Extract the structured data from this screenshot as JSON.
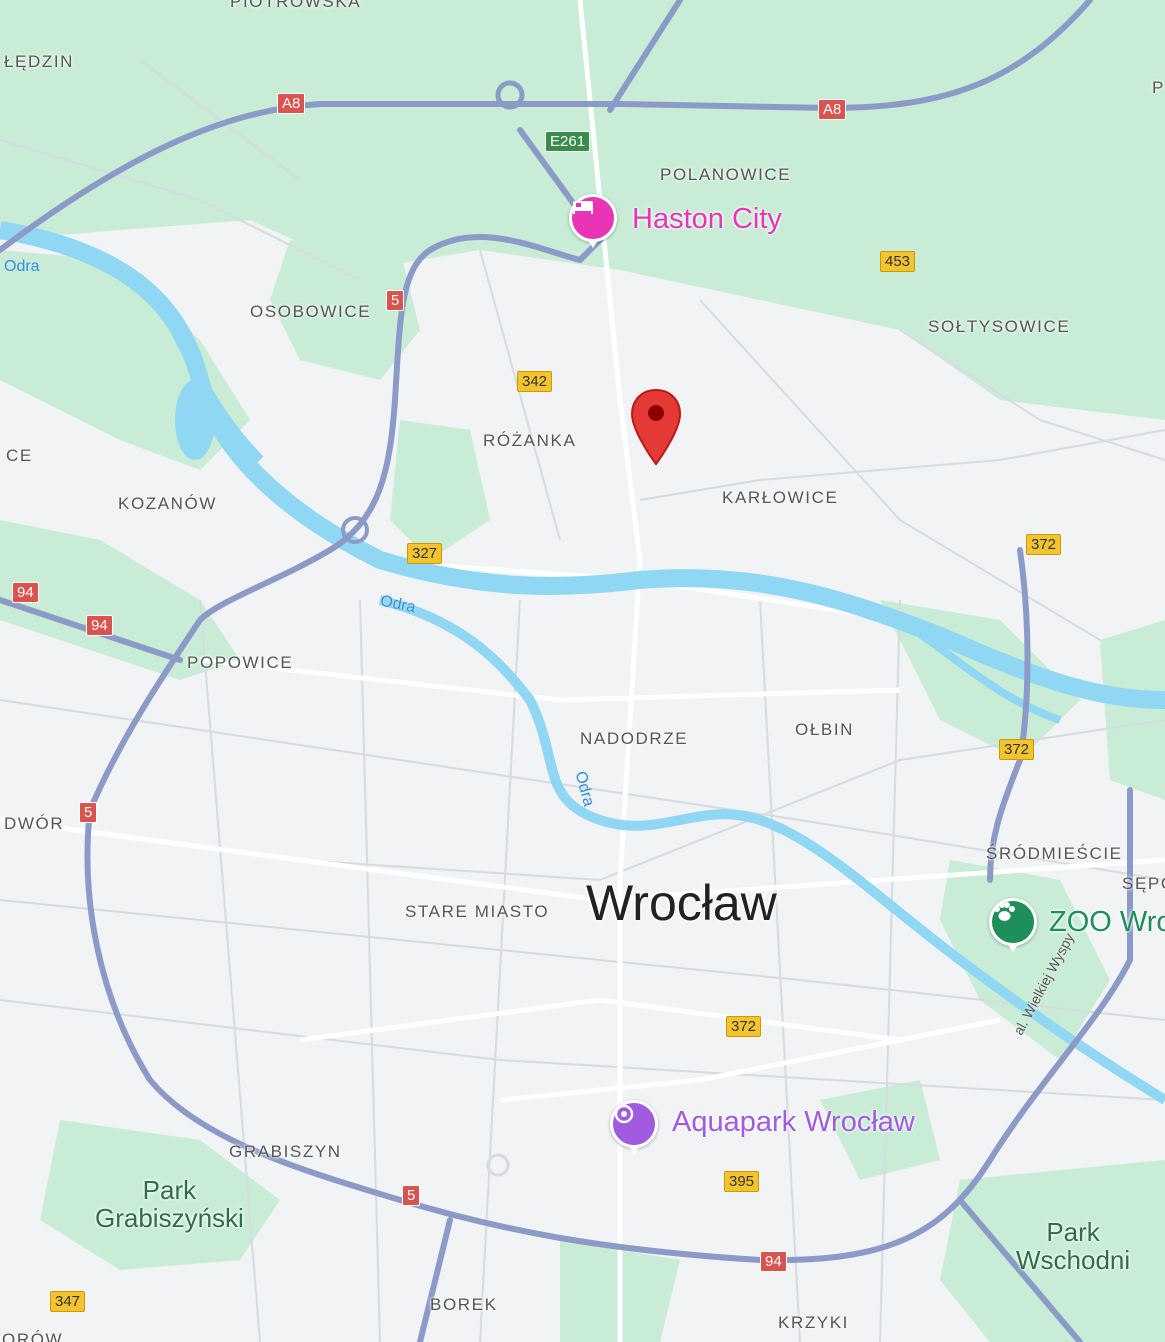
{
  "map": {
    "colors": {
      "land": "#f1f3f4",
      "green": "#c8ecd6",
      "water": "#8fd7f2",
      "motorway": "#8c9ac7",
      "road": "#ffffff",
      "minor_road": "#d6dbe1",
      "marker": "#e53935"
    },
    "city_label": "Wrocław",
    "districts": [
      {
        "id": "piotrowska",
        "label": "PIOTROWSKA"
      },
      {
        "id": "redzin",
        "label": "ŁĘDZIN"
      },
      {
        "id": "polanowice",
        "label": "POLANOWICE"
      },
      {
        "id": "osobowice",
        "label": "OSOBOWICE"
      },
      {
        "id": "soltysowice",
        "label": "SOŁTYSOWICE"
      },
      {
        "id": "rozanka",
        "label": "RÓŻANKA"
      },
      {
        "id": "ce",
        "label": "CE"
      },
      {
        "id": "kozanow",
        "label": "KOZANÓW"
      },
      {
        "id": "karlowice",
        "label": "KARŁOWICE"
      },
      {
        "id": "popowice",
        "label": "POPOWICE"
      },
      {
        "id": "nadodrze",
        "label": "NADODRZE"
      },
      {
        "id": "olbin",
        "label": "OŁBIN"
      },
      {
        "id": "dwor",
        "label": "DWÓR"
      },
      {
        "id": "srodmiescie",
        "label": "ŚRÓDMIEŚCIE"
      },
      {
        "id": "sepo",
        "label": "SĘPO"
      },
      {
        "id": "stare-miasto",
        "label": "STARE MIASTO"
      },
      {
        "id": "grabiszyn",
        "label": "GRABISZYN"
      },
      {
        "id": "borek",
        "label": "BOREK"
      },
      {
        "id": "krzyki",
        "label": "KRZYKI"
      },
      {
        "id": "p-edge",
        "label": "P"
      },
      {
        "id": "borow",
        "label": "ORÓW"
      }
    ],
    "parks": [
      {
        "id": "park-grabiszynski",
        "label": "Park\nGrabiszyński"
      },
      {
        "id": "park-wschodni",
        "label": "Park\nWschodni"
      }
    ],
    "rivers": [
      {
        "id": "odra-west",
        "label": "Odra"
      },
      {
        "id": "odra-center",
        "label": "Odra"
      },
      {
        "id": "odra-south",
        "label": "Odra"
      }
    ],
    "street_labels": [
      {
        "id": "al-wielkiej-wyspy",
        "label": "al. Wielkiej Wyspy"
      }
    ],
    "road_shields": [
      {
        "id": "a8-west",
        "label": "A8",
        "kind": "red"
      },
      {
        "id": "a8-east",
        "label": "A8",
        "kind": "red"
      },
      {
        "id": "e261",
        "label": "E261",
        "kind": "green"
      },
      {
        "id": "r453",
        "label": "453",
        "kind": "yellow"
      },
      {
        "id": "r5-north",
        "label": "5",
        "kind": "red"
      },
      {
        "id": "r342",
        "label": "342",
        "kind": "yellow"
      },
      {
        "id": "r327",
        "label": "327",
        "kind": "yellow"
      },
      {
        "id": "r372-ne",
        "label": "372",
        "kind": "yellow"
      },
      {
        "id": "r94-w1",
        "label": "94",
        "kind": "red"
      },
      {
        "id": "r94-w2",
        "label": "94",
        "kind": "red"
      },
      {
        "id": "r372-e",
        "label": "372",
        "kind": "yellow"
      },
      {
        "id": "r5-west",
        "label": "5",
        "kind": "red"
      },
      {
        "id": "r372-s",
        "label": "372",
        "kind": "yellow"
      },
      {
        "id": "r395",
        "label": "395",
        "kind": "yellow"
      },
      {
        "id": "r5-south",
        "label": "5",
        "kind": "red"
      },
      {
        "id": "r94-south",
        "label": "94",
        "kind": "red"
      },
      {
        "id": "r347",
        "label": "347",
        "kind": "yellow"
      }
    ],
    "pois": [
      {
        "id": "haston-city",
        "label": "Haston City",
        "icon": "hotel-icon",
        "color": "#e834b5"
      },
      {
        "id": "zoo",
        "label": "ZOO Wro",
        "icon": "paw-icon",
        "color": "#1e8e5a"
      },
      {
        "id": "aquapark",
        "label": "Aquapark Wrocław",
        "icon": "aquapark-icon",
        "color": "#a15be0"
      }
    ]
  }
}
